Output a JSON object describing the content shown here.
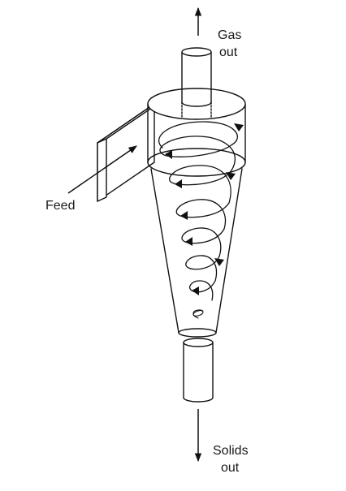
{
  "diagram": {
    "labels": {
      "gas_out_line1": "Gas",
      "gas_out_line2": "out",
      "feed": "Feed",
      "solids_out_line1": "Solids",
      "solids_out_line2": "out"
    }
  }
}
